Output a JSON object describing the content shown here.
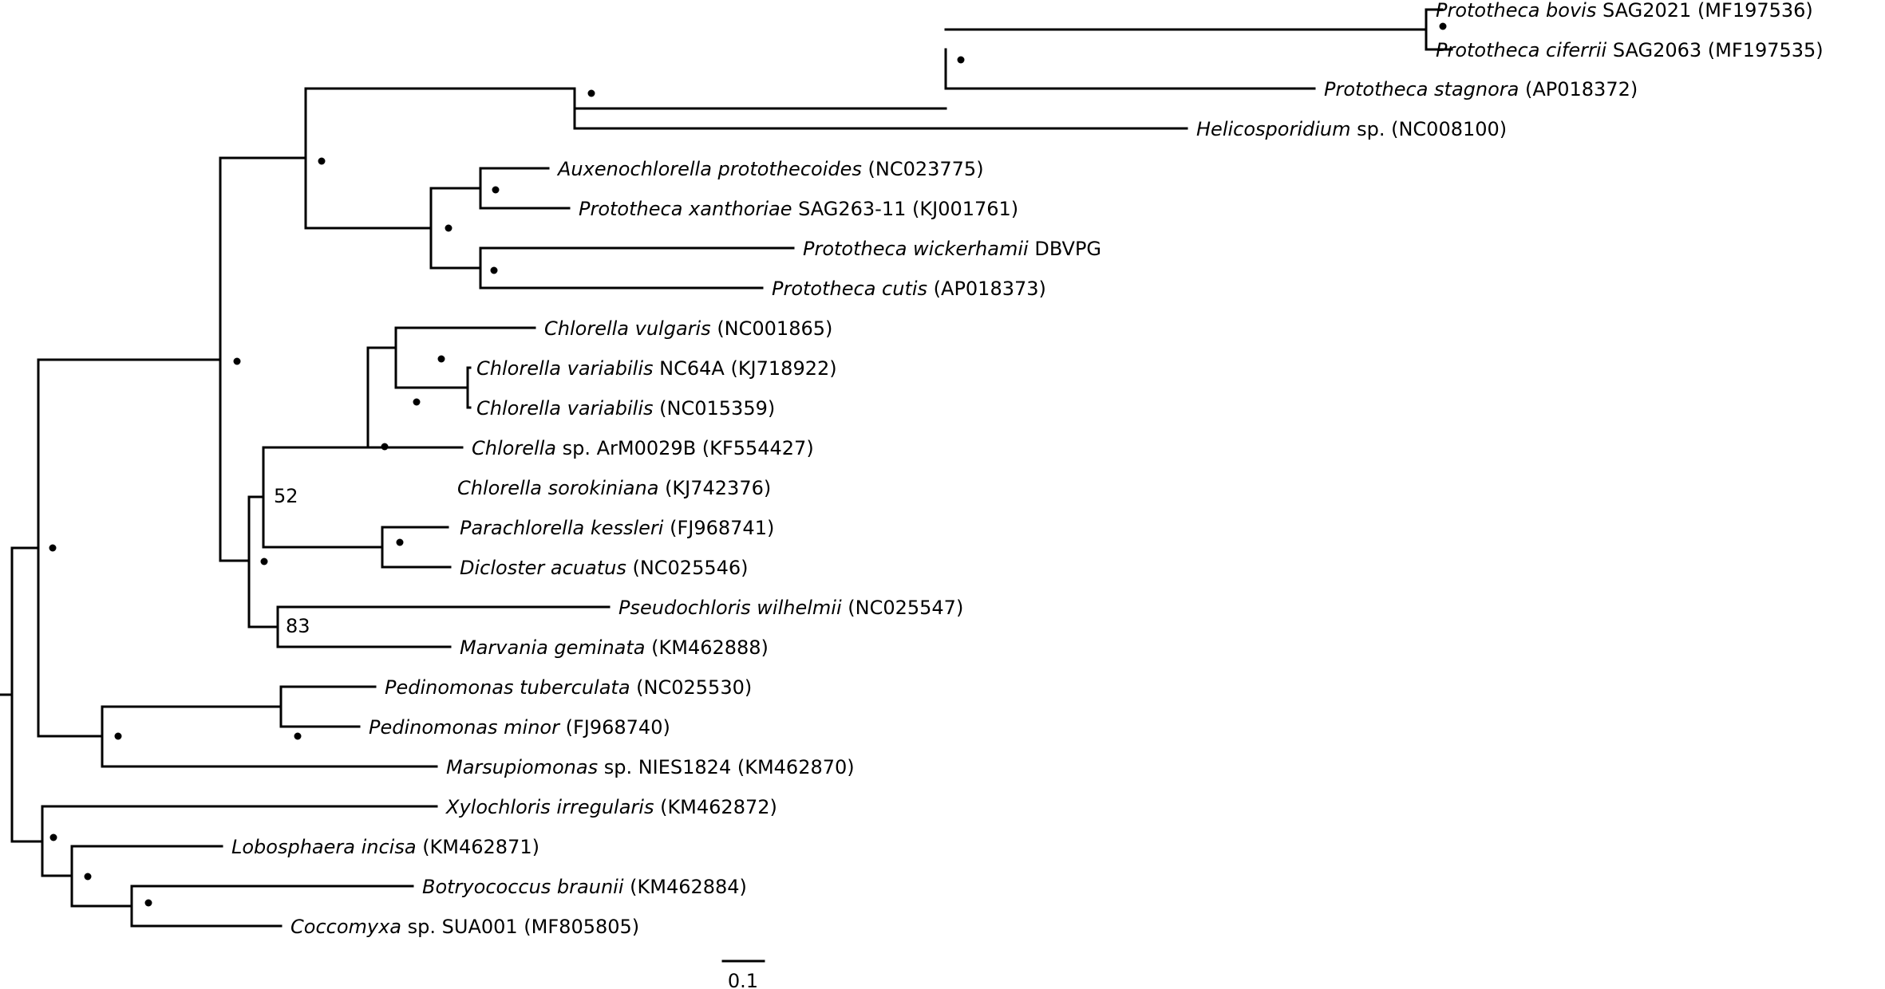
{
  "tree": {
    "leaves": [
      {
        "id": "t1",
        "italic": "Prototheca bovis",
        "rest": " SAG2021 (MF197536)"
      },
      {
        "id": "t2",
        "italic": "Prototheca ciferrii",
        "rest": " SAG2063 (MF197535)"
      },
      {
        "id": "t3",
        "italic": "Prototheca stagnora",
        "rest": " (AP018372)"
      },
      {
        "id": "t4",
        "italic": "Helicosporidium",
        "rest": " sp. (NC008100)"
      },
      {
        "id": "t5",
        "italic": "Auxenochlorella protothecoides",
        "rest": " (NC023775)"
      },
      {
        "id": "t6",
        "italic": "Prototheca xanthoriae",
        "rest": " SAG263-11 (KJ001761)"
      },
      {
        "id": "t7",
        "italic": "Prototheca wickerhamii",
        "rest": " DBVPG"
      },
      {
        "id": "t8",
        "italic": "Prototheca cutis",
        "rest": " (AP018373)"
      },
      {
        "id": "t9",
        "italic": "Chlorella vulgaris",
        "rest": " (NC001865)"
      },
      {
        "id": "t10",
        "italic": "Chlorella variabilis",
        "rest": " NC64A (KJ718922)"
      },
      {
        "id": "t11",
        "italic": "Chlorella variabilis",
        "rest": " (NC015359)"
      },
      {
        "id": "t12",
        "italic": "Chlorella",
        "rest": " sp. ArM0029B (KF554427)"
      },
      {
        "id": "t13",
        "italic": "Chlorella sorokiniana",
        "rest": " (KJ742376)"
      },
      {
        "id": "t14",
        "italic": "Parachlorella kessleri",
        "rest": " (FJ968741)"
      },
      {
        "id": "t15",
        "italic": "Dicloster acuatus",
        "rest": " (NC025546)"
      },
      {
        "id": "t16",
        "italic": "Pseudochloris wilhelmii",
        "rest": " (NC025547)"
      },
      {
        "id": "t17",
        "italic": "Marvania geminata",
        "rest": " (KM462888)"
      },
      {
        "id": "t18",
        "italic": "Pedinomonas tuberculata",
        "rest": " (NC025530)"
      },
      {
        "id": "t19",
        "italic": "Pedinomonas minor",
        "rest": " (FJ968740)"
      },
      {
        "id": "t20",
        "italic": "Marsupiomonas",
        "rest": " sp. NIES1824 (KM462870)"
      },
      {
        "id": "t21",
        "italic": "Xylochloris irregularis",
        "rest": " (KM462872)"
      },
      {
        "id": "t22",
        "italic": "Lobosphaera incisa",
        "rest": " (KM462871)"
      },
      {
        "id": "t23",
        "italic": "Botryococcus braunii",
        "rest": " (KM462884)"
      },
      {
        "id": "t24",
        "italic": "Coccomyxa",
        "rest": " sp. SUA001 (MF805805)"
      }
    ],
    "support_labels": [
      "52",
      "83"
    ],
    "scale_label": "0.1",
    "line_color": "#000000"
  }
}
